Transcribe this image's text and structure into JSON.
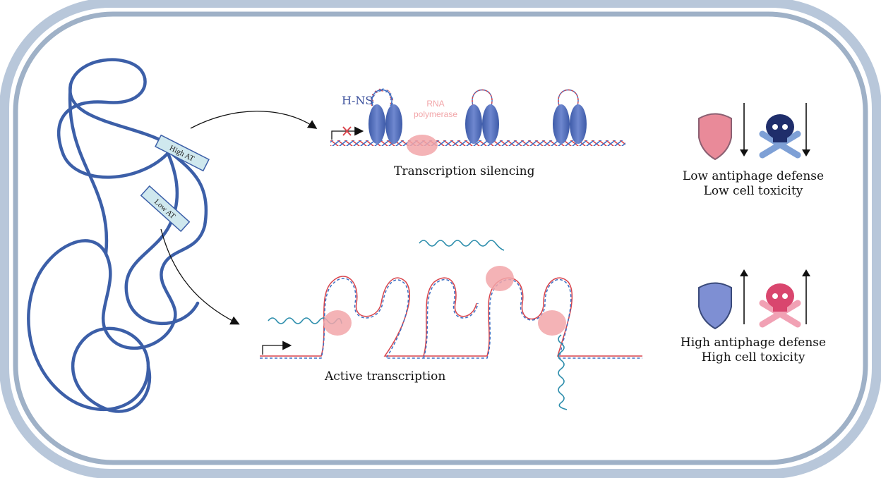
{
  "segments": {
    "high": "High AT",
    "low": "Low AT"
  },
  "silencing": {
    "protein_label": "H-NS",
    "polymerase_label_line1": "RNA",
    "polymerase_label_line2": "polymerase",
    "caption": "Transcription silencing",
    "outcome_line1": "Low antiphage defense",
    "outcome_line2": "Low cell toxicity"
  },
  "active": {
    "caption": "Active transcription",
    "outcome_line1": "High antiphage defense",
    "outcome_line2": "High cell toxicity"
  },
  "colors": {
    "membrane": "#aabbd0",
    "chromosome": "#3c5fa8",
    "dna_red": "#d8434b",
    "dna_blue": "#3b6fc4",
    "hns": "#4a68b8",
    "polymerase": "#f2a6a9",
    "shield_low": "#e98a99",
    "shield_high": "#7e8fd3",
    "skull_low": "#1f2e6b",
    "skull_high": "#d9466e"
  },
  "icons": [
    "shield-icon",
    "skull-crossbones-icon",
    "arrow-down-icon",
    "arrow-up-icon",
    "blocked-promoter-icon",
    "promoter-arrow-icon"
  ]
}
